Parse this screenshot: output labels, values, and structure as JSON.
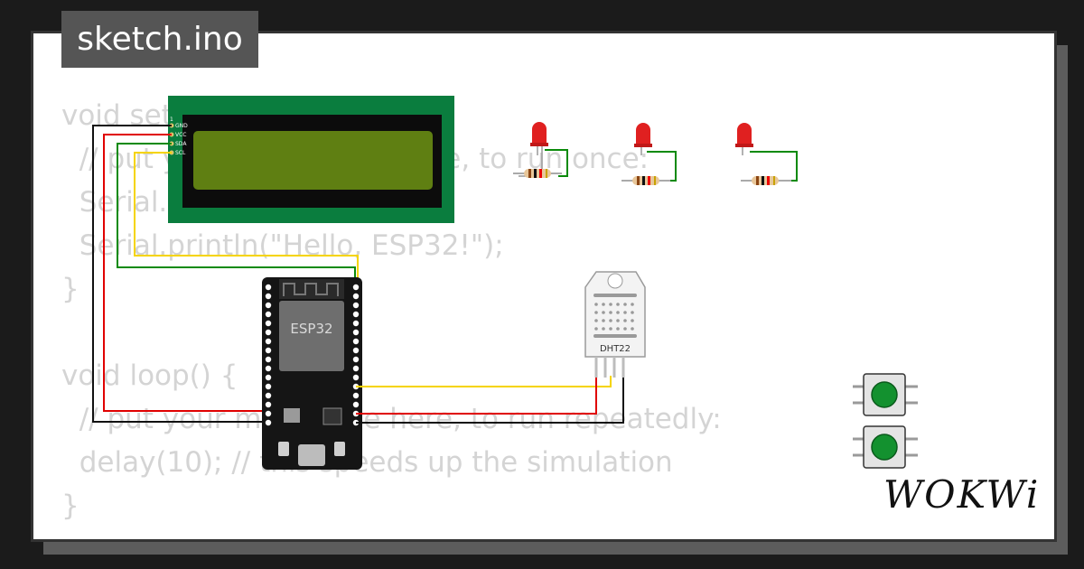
{
  "tab": {
    "title": "sketch.ino"
  },
  "code": {
    "lines": [
      "void setup() {",
      "  // put your setup code here, to run once:",
      "  Serial.begin(115200);",
      "  Serial.println(\"Hello, ESP32!\");",
      "}",
      "",
      "void loop() {",
      "  // put your main code here, to run repeatedly:",
      "  delay(10); // this speeds up the simulation",
      "}"
    ]
  },
  "lcd": {
    "pins": [
      "GND",
      "VCC",
      "SDA",
      "SCL"
    ],
    "pin_index": "1"
  },
  "esp32": {
    "label": "ESP32"
  },
  "dht": {
    "label": "DHT22"
  },
  "logo": {
    "text": "WOKWi"
  },
  "colors": {
    "lcd_board": "#0a7d3e",
    "lcd_screen": "#5f7f12",
    "wire_red": "#e00000",
    "wire_green": "#0a8a0a",
    "wire_yellow": "#f5d400",
    "wire_black": "#111111",
    "led": "#e02020",
    "button_cap": "#13912f"
  }
}
